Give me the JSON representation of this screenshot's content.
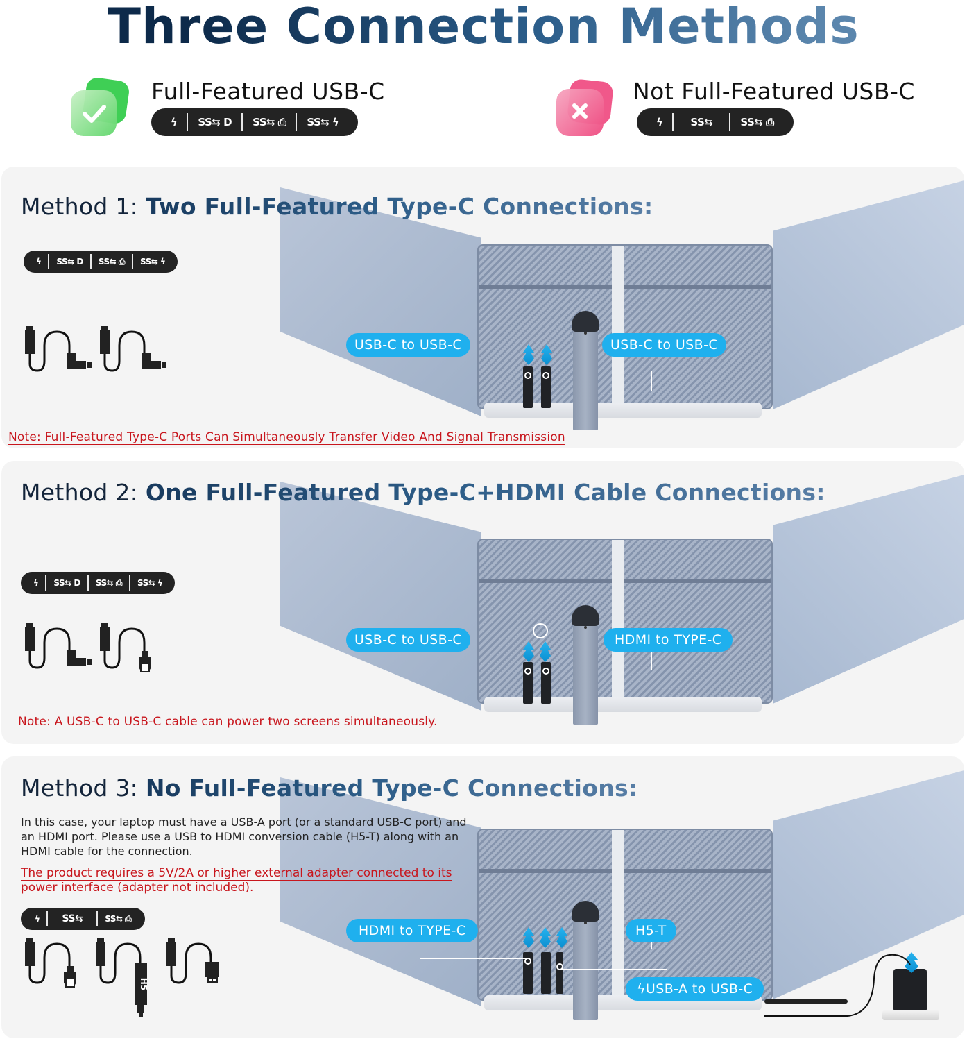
{
  "title": {
    "text": "Three Connection Methods"
  },
  "legend": {
    "full": {
      "label": "Full-Featured USB-C",
      "badge_icon": "check-icon",
      "badge_color": "#4cd964",
      "features": [
        {
          "icon": "thunderbolt-icon",
          "text": "ϟ"
        },
        {
          "icon": "ss-usb-displayport-icon",
          "text": "SS⇆ D"
        },
        {
          "icon": "ss-usb-data-icon",
          "text": "SS⇆ ⎙"
        },
        {
          "icon": "ss-usb-power-icon",
          "text": "SS⇆ ϟ"
        }
      ]
    },
    "not_full": {
      "label": "Not Full-Featured USB-C",
      "badge_icon": "cross-icon",
      "badge_color": "#f0568a",
      "features": [
        {
          "icon": "thunderbolt-icon",
          "text": "ϟ"
        },
        {
          "icon": "ss-usb-icon",
          "text": "SS⇆"
        },
        {
          "icon": "ss-usb-data-icon",
          "text": "SS⇆ ⎙"
        }
      ]
    }
  },
  "methods": [
    {
      "prefix": "Method 1: ",
      "title": "Two Full-Featured Type-C Connections:",
      "features": [
        "ϟ",
        "SS⇆ D",
        "SS⇆ ⎙",
        "SS⇆ ϟ"
      ],
      "cables": [
        "usb-c-to-usb-c-cable",
        "usb-c-to-usb-c-cable"
      ],
      "tags": [
        "USB-C to USB-C",
        "USB-C to USB-C"
      ],
      "note": "Note: Full-Featured Type-C Ports Can Simultaneously Transfer Video And Signal Transmission"
    },
    {
      "prefix": "Method 2: ",
      "title": "One Full-Featured Type-C+HDMI Cable Connections:",
      "features": [
        "ϟ",
        "SS⇆ D",
        "SS⇆ ⎙",
        "SS⇆ ϟ"
      ],
      "cables": [
        "usb-c-to-usb-c-cable",
        "usb-c-to-hdmi-cable"
      ],
      "tags": [
        "USB-C to USB-C",
        "HDMI to TYPE-C"
      ],
      "note": "Note: A USB-C to USB-C cable can power two screens simultaneously."
    },
    {
      "prefix": "Method 3:  ",
      "title": "No Full-Featured Type-C Connections:",
      "description": "In this case, your laptop must have a USB-A port (or a standard USB-C port) and an HDMI port. Please use a USB to HDMI conversion cable (H5-T) along with an HDMI cable for the connection.",
      "warning": "The product requires a 5V/2A or higher external adapter connected to its power interface (adapter not included).",
      "features": [
        "ϟ",
        "SS⇆",
        "SS⇆ ⎙"
      ],
      "cables": [
        "usb-c-to-hdmi-cable",
        "h5-converter-cable",
        "usb-c-to-usb-a-cable"
      ],
      "h5_label": "H5",
      "tags": [
        "HDMI to TYPE-C",
        "H5-T",
        "ϟUSB-A to USB-C"
      ]
    }
  ],
  "colors": {
    "accent_blue": "#1fb0ee",
    "note_red": "#c8161d",
    "title_dark": "#0d2a4a",
    "title_light": "#5b86ad",
    "panel_bg": "#f4f4f4"
  }
}
